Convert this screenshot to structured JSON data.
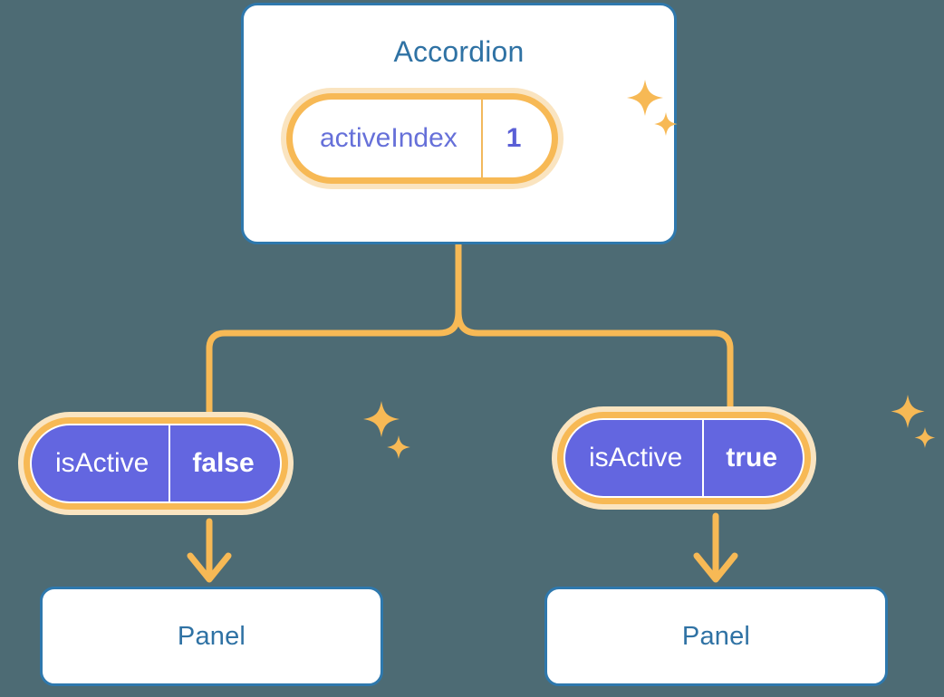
{
  "diagram": {
    "background_color": "#4d6b74",
    "accent_orange": "#f7b955",
    "accent_orange_soft": "#fae4c0",
    "accent_blue": "#2e78ad",
    "accent_purple": "#6366e0"
  },
  "root": {
    "title": "Accordion",
    "state": {
      "key": "activeIndex",
      "value": "1"
    }
  },
  "branches": [
    {
      "state": {
        "key": "isActive",
        "value": "false"
      },
      "panel": {
        "title": "Panel"
      }
    },
    {
      "state": {
        "key": "isActive",
        "value": "true"
      },
      "panel": {
        "title": "Panel"
      }
    }
  ],
  "icons": {
    "sparkle_large": "sparkle-icon",
    "sparkle_small": "sparkle-small-icon",
    "arrow_down": "arrow-down-icon"
  }
}
